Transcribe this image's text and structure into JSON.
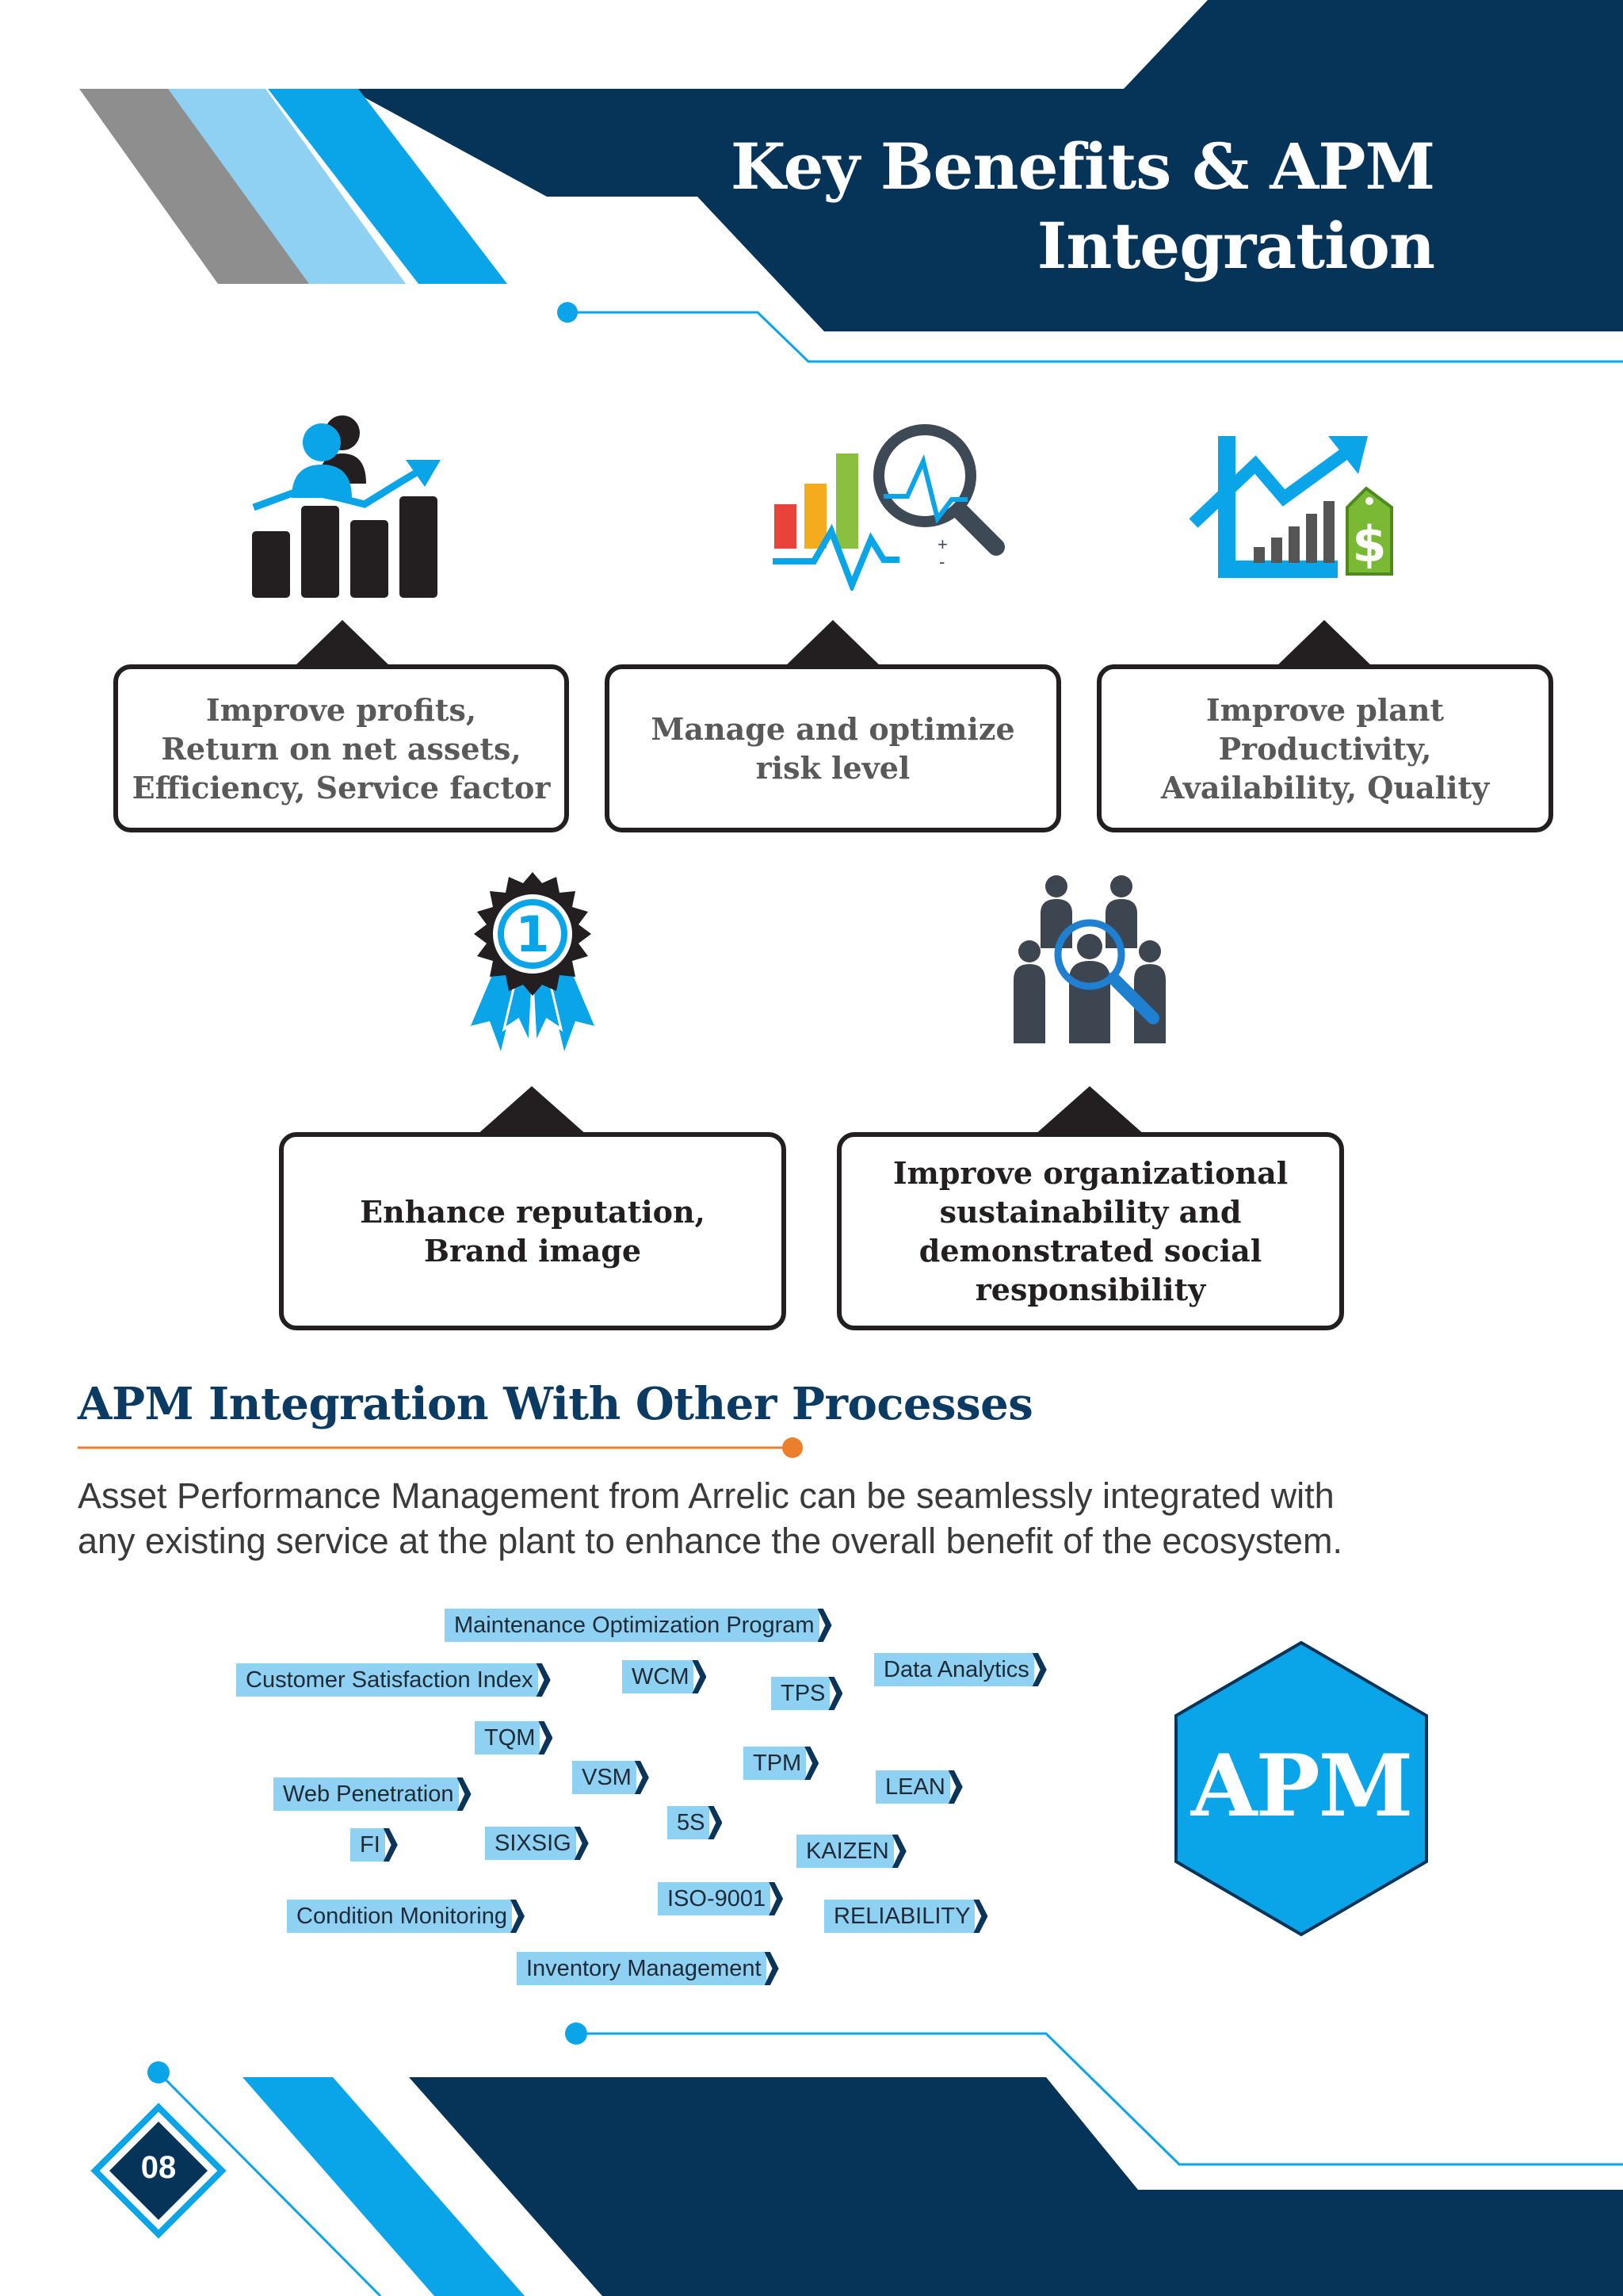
{
  "header": {
    "title_lines": [
      "Key Benefits  & APM",
      "Integration"
    ]
  },
  "benefits": [
    {
      "lines": [
        "Improve profits,",
        "Return on net assets,",
        "Efficiency, Service factor"
      ],
      "icon": "team-growth-chart-icon"
    },
    {
      "lines": [
        "Manage and optimize",
        "risk level"
      ],
      "icon": "risk-analysis-magnifier-icon"
    },
    {
      "lines": [
        "Improve plant",
        "Productivity,",
        "Availability, Quality"
      ],
      "icon": "price-growth-chart-icon"
    },
    {
      "lines": [
        "Enhance reputation,",
        "Brand image"
      ],
      "icon": "award-badge-icon"
    },
    {
      "lines": [
        "Improve organizational",
        "sustainability and",
        "demonstrated social",
        "responsibility"
      ],
      "icon": "people-search-icon"
    }
  ],
  "integration": {
    "title": "APM Integration With Other Processes",
    "description_lines": [
      "Asset Performance Management from Arrelic can be seamlessly integrated with",
      "any existing service at the plant to enhance the overall benefit of the ecosystem."
    ],
    "tags": [
      "Maintenance Optimization Program",
      "Customer Satisfaction Index",
      "WCM",
      "TPS",
      "Data Analytics",
      "TQM",
      "VSM",
      "TPM",
      "LEAN",
      "Web Penetration",
      "5S",
      "FI",
      "SIXSIG",
      "KAIZEN",
      "ISO-9001",
      "Condition Monitoring",
      "RELIABILITY",
      "Inventory Management"
    ],
    "hexagon_label": "APM"
  },
  "footer": {
    "page_number": "08"
  },
  "colors": {
    "navy": "#063459",
    "accent_blue": "#0aa5e9",
    "light_blue": "#8fd1f2",
    "orange": "#ec7f2b",
    "dark": "#231f20"
  }
}
